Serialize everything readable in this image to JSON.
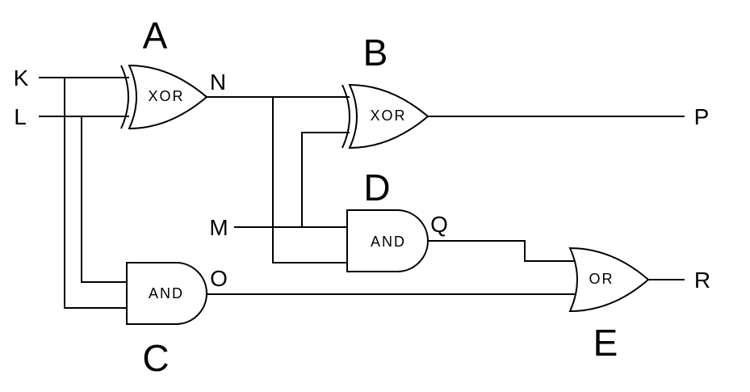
{
  "gates": [
    {
      "id": "A",
      "label": "A",
      "type": "XOR"
    },
    {
      "id": "B",
      "label": "B",
      "type": "XOR"
    },
    {
      "id": "C",
      "label": "C",
      "type": "AND"
    },
    {
      "id": "D",
      "label": "D",
      "type": "AND"
    },
    {
      "id": "E",
      "label": "E",
      "type": "OR"
    }
  ],
  "signals": {
    "K": "K",
    "L": "L",
    "M": "M",
    "N": "N",
    "O": "O",
    "P": "P",
    "Q": "Q",
    "R": "R"
  }
}
